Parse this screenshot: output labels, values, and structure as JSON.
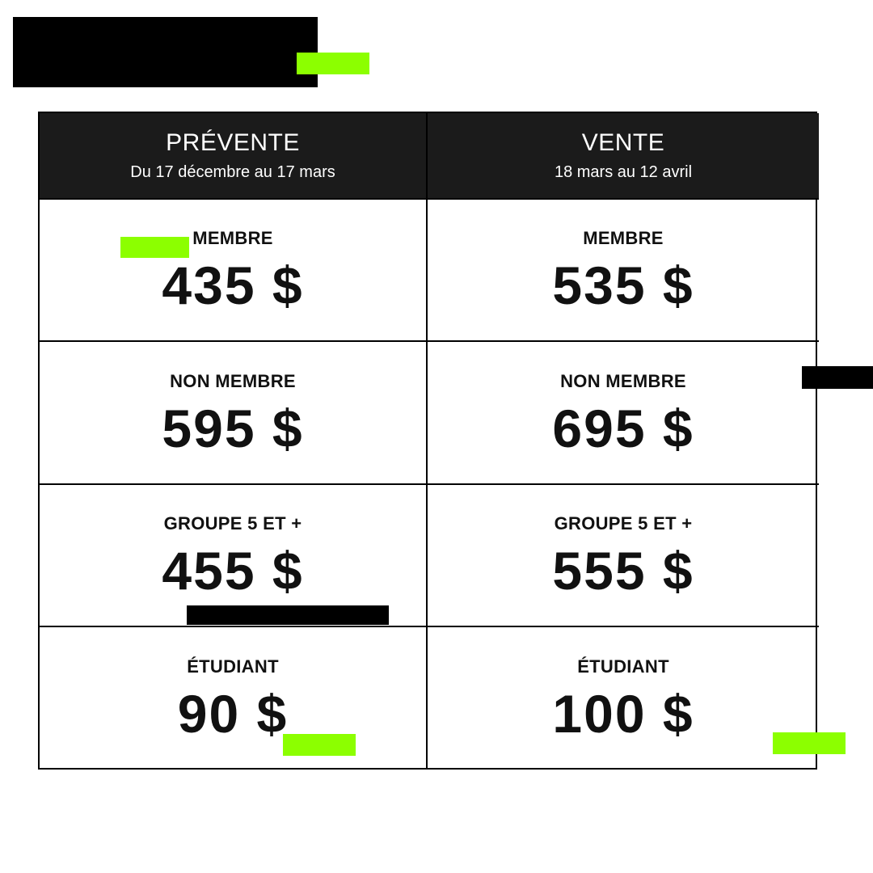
{
  "columns": [
    {
      "title": "PRÉVENTE",
      "subtitle": "Du 17 décembre au 17 mars",
      "rows": [
        {
          "label": "MEMBRE",
          "price": "435 $"
        },
        {
          "label": "NON MEMBRE",
          "price": "595 $"
        },
        {
          "label": "GROUPE 5 ET +",
          "price": "455 $"
        },
        {
          "label": "ÉTUDIANT",
          "price": "90 $"
        }
      ]
    },
    {
      "title": "VENTE",
      "subtitle": "18 mars au 12 avril",
      "rows": [
        {
          "label": "MEMBRE",
          "price": "535 $"
        },
        {
          "label": "NON MEMBRE",
          "price": "695 $"
        },
        {
          "label": "GROUPE 5 ET +",
          "price": "555 $"
        },
        {
          "label": "ÉTUDIANT",
          "price": "100 $"
        }
      ]
    }
  ],
  "colors": {
    "accent": "#8cff00",
    "header_bg": "#1b1b1b",
    "border": "#000000"
  }
}
